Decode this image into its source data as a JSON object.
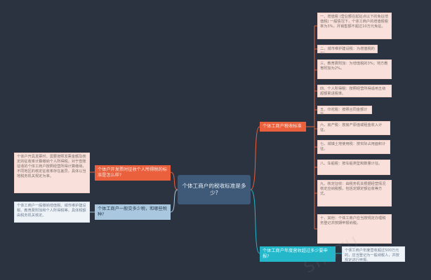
{
  "central": {
    "label": "个体工商户的税收标准是多少?"
  },
  "branches": {
    "standard": {
      "label": "个体工商户税收标准",
      "leaves": [
        "一、增值税 (营业额在起征点以下的免征增值税) 一般情况下，个体工商户的增值税税率为3%，月销售额不超过10万元免征。",
        "二、城市维护建设税：为增值税的7%。",
        "三、教育费附加：为增值税的3%；地方教育附加为2%。",
        "四、个人所得税：按照经营所得适用五级超额累进税率。",
        "五、印花税：按照合同金额计算。",
        "六、房产税：按房产原值或租金收入计征。",
        "七、城镇土地使用税：按实际占用面积计征。",
        "八、车船税：按车船类型和数量计征。",
        "九、核定征收：由税务机关根据经营情况核定应纳税额，包括定期定额征收等方式。",
        "十、其他：个体工商户应当按规定办理税务登记并按期申报纳税。"
      ]
    },
    "industry": {
      "label": "个体工商户一般交多少税，和哪些税种?",
      "leaves": [
        "个体工商户一般缴纳增值税、城市维护建设税、教育费附加和个人所得税等，具体税额由税务机关核定。"
      ]
    },
    "invoice": {
      "label": "个体户开发票时征收个人所得税的标准是怎么样?",
      "leaves": [
        "个体户开具发票时，需要按照发票金额及核定的征收率计算缴纳个人所得税，对于查账征收的个体工商户按照经营所得计算缴纳，不同地区的核定征收率存在差异，具体以当地税务机关规定为准。"
      ]
    },
    "hyper": {
      "label": "个体工商户年度营收超过多少要申报?",
      "leaves": [
        "个体工商户年度营收超过500万元的，应当登记为一般纳税人，并按规定进行申报。"
      ]
    }
  },
  "watermark": "SHUTU"
}
